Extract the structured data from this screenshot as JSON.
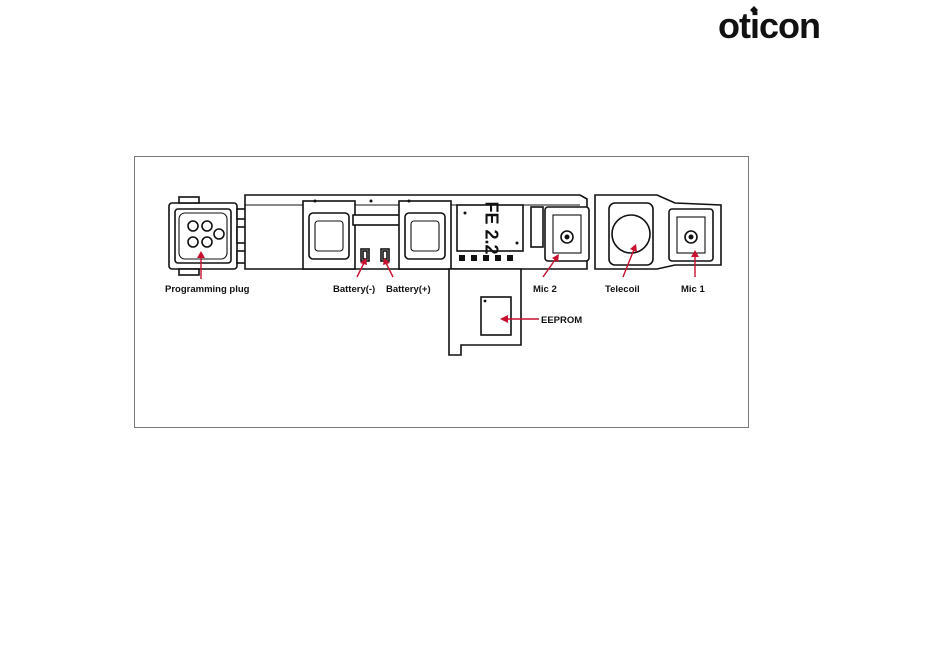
{
  "brand": {
    "logo_text": "oticon",
    "color": "#111111"
  },
  "diagram": {
    "chip_marking": "FE 2.2",
    "labels": {
      "programming_plug": "Programming plug",
      "battery_minus": "Battery(-)",
      "battery_plus": "Battery(+)",
      "eeprom": "EEPROM",
      "mic2": "Mic 2",
      "telecoil": "Telecoil",
      "mic1": "Mic 1"
    },
    "arrow_color": "#c8102e"
  }
}
